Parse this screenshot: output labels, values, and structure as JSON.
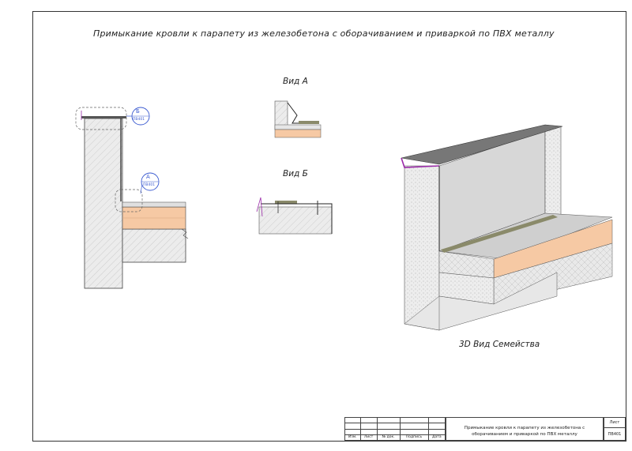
{
  "drawing": {
    "title": "Примыкание кровли к парапету из железобетона с оборачиванием и приваркой по ПВХ металлу",
    "view_a_label": "Вид А",
    "view_b_label": "Вид Б",
    "view_3d_label": "3D Вид Семейства"
  },
  "callouts": [
    {
      "letter": "Б",
      "sheet": "ПВ401"
    },
    {
      "letter": "А",
      "sheet": "ПВ401"
    }
  ],
  "title_block": {
    "col_headers": [
      "Изм.",
      "Лист",
      "№ док.",
      "Подпись",
      "Дата"
    ],
    "sheet_title": "Примыкание кровли к парапету из железобетона с оборачиванием и приваркой по ПВХ металлу",
    "sheet_label": "Лист",
    "sheet_value": "ПВ401"
  },
  "colors": {
    "insulation": "#f6c9a4",
    "concrete": "#f0f0f0",
    "membrane": "#8a8a6a",
    "accent": "#9a2aa8",
    "callout": "#3a5ad0"
  }
}
